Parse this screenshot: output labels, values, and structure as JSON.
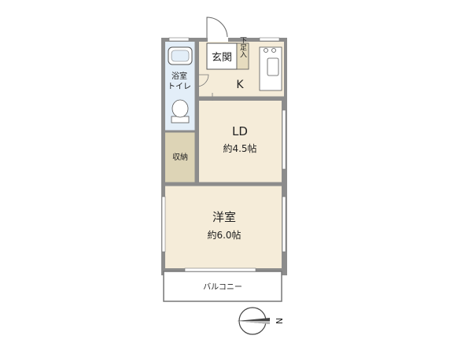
{
  "rooms": {
    "entrance": "玄関",
    "shoe_box": "下足入",
    "kitchen": "K",
    "bath": "浴室",
    "toilet": "トイレ",
    "storage": "収納",
    "ld": {
      "name": "LD",
      "size": "約4.5帖"
    },
    "western": {
      "name": "洋室",
      "size": "約6.0帖"
    },
    "balcony": "バルコニー"
  },
  "compass": {
    "label": "N"
  },
  "colors": {
    "wall": "#8c8c8c",
    "floor_wood": "#f5ecd9",
    "floor_wet": "#e3eef8",
    "storage": "#ddd4b6",
    "shoe_box": "#e6dcbf",
    "white": "#ffffff"
  }
}
